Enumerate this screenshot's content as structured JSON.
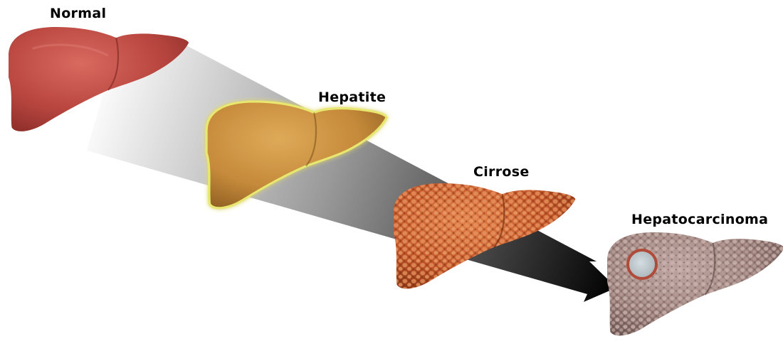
{
  "stages": [
    {
      "label": "Normal",
      "liver_color": "#b8463f",
      "texture": "smooth"
    },
    {
      "label": "Hepatite",
      "liver_color": "#c58a3a",
      "texture": "smooth",
      "glow_color": "#e8e870"
    },
    {
      "label": "Cirrose",
      "liver_color": "#c0562a",
      "texture": "nodular"
    },
    {
      "label": "Hepatocarcinoma",
      "liver_color": "#9a7e7a",
      "texture": "nodular",
      "tumor_color": "#b9c3c8"
    }
  ],
  "arrow": {
    "direction": "progression",
    "gradient": [
      "#ffffff",
      "#000000"
    ]
  }
}
